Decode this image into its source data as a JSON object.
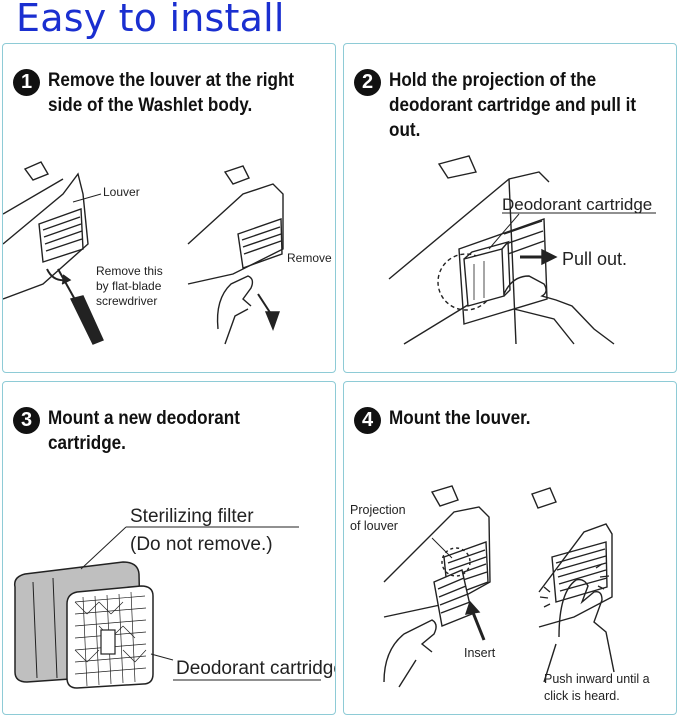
{
  "title": "Easy to install",
  "steps": [
    {
      "num": "1",
      "text": "Remove the louver at the right\nside of the Washlet body.",
      "labels": {
        "louver": "Louver",
        "remove_tool_1": "Remove this",
        "remove_tool_2": "by flat-blade",
        "remove_tool_3": "screwdriver",
        "remove": "Remove"
      }
    },
    {
      "num": "2",
      "text": "Hold the projection of the\ndeodorant cartridge and pull it out.",
      "labels": {
        "cartridge": "Deodorant cartridge",
        "pull": "Pull out."
      }
    },
    {
      "num": "3",
      "text": "Mount a new deodorant cartridge.",
      "labels": {
        "filter_1": "Sterilizing filter",
        "filter_2": "(Do not remove.)",
        "cartridge": "Deodorant cartridge"
      }
    },
    {
      "num": "4",
      "text": "Mount the louver.",
      "labels": {
        "projection_1": "Projection",
        "projection_2": "of louver",
        "insert": "Insert",
        "push_1": "Push inward until a",
        "push_2": "click is heard."
      }
    }
  ]
}
